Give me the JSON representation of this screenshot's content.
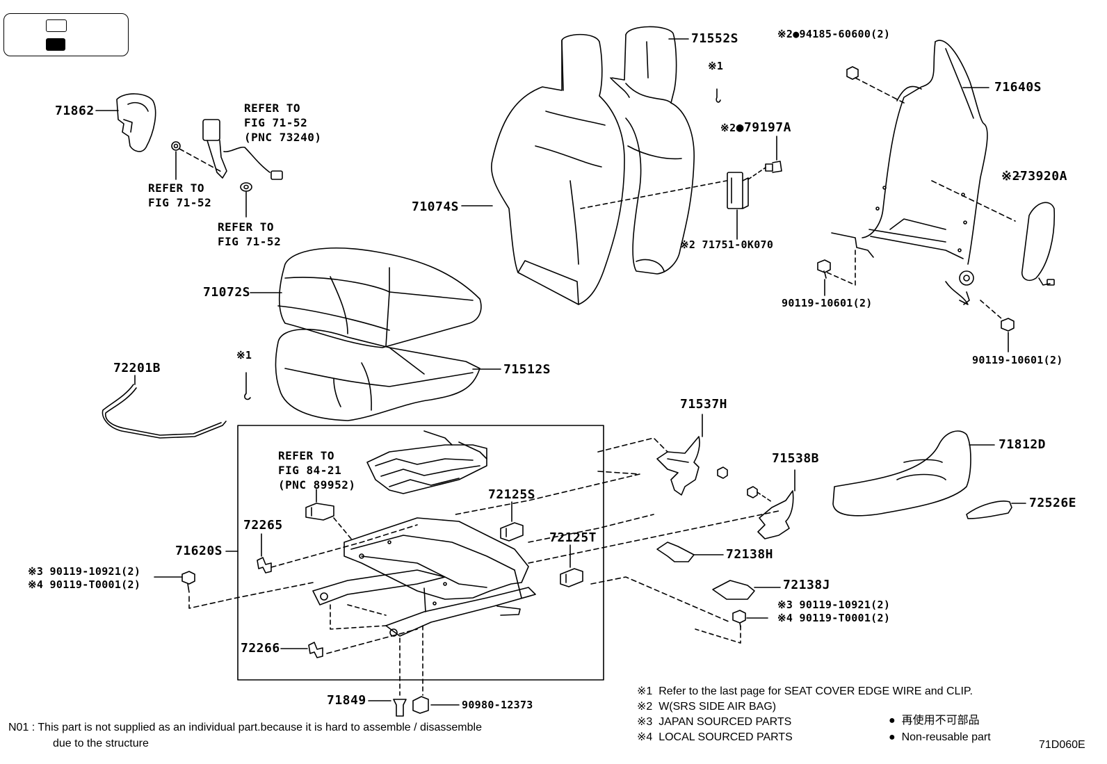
{
  "legend": {
    "icons": [
      "white-square",
      "black-square"
    ]
  },
  "parts": {
    "p71862": "71862",
    "p71552S": "71552S",
    "p71074S": "71074S",
    "p71072S": "71072S",
    "p71512S": "71512S",
    "p72201B": "72201B",
    "p71640S": "71640S",
    "p73920A": "73920A",
    "p79197A": "79197A",
    "p94185": "94185-60600(2)",
    "p71751": "71751-0K070",
    "p90119_10601_a": "90119-10601(2)",
    "p90119_10601_b": "90119-10601(2)",
    "p71537H": "71537H",
    "p71538B": "71538B",
    "p71812D": "71812D",
    "p72526E": "72526E",
    "p72138H": "72138H",
    "p72138J": "72138J",
    "p72125S": "72125S",
    "p72125T": "72125T",
    "p72265": "72265",
    "p72266": "72266",
    "p71620S": "71620S",
    "p71849": "71849",
    "p90980": "90980-12373",
    "p90119_10921_l": "90119-10921(2)",
    "p90119_T0001_l": "90119-T0001(2)",
    "p90119_10921_r": "90119-10921(2)",
    "p90119_T0001_r": "90119-T0001(2)"
  },
  "marks": {
    "m1": "※1",
    "m2": "※2",
    "m3": "※3",
    "m4": "※4",
    "dot": "●"
  },
  "refs": {
    "r1": [
      "REFER TO",
      "FIG 71-52",
      "(PNC 73240)"
    ],
    "r2": [
      "REFER TO",
      "FIG 71-52"
    ],
    "r3": [
      "REFER TO",
      "FIG 71-52"
    ],
    "r4": [
      "REFER TO",
      "FIG 84-21",
      "(PNC 89952)"
    ]
  },
  "footnotes": {
    "n1": "Refer to the last page for SEAT COVER EDGE WIRE and CLIP.",
    "n2": "W(SRS SIDE AIR BAG)",
    "n3": "JAPAN SOURCED PARTS",
    "n4": "LOCAL SOURCED PARTS",
    "jp": "再使用不可部品",
    "en": "Non-reusable part",
    "n01_line1": "N01 : This part is not supplied as an individual part.because it is hard to assemble / disassemble",
    "n01_line2": "due to the structure",
    "code": "71D060E"
  },
  "colors": {
    "line": "#000000",
    "background": "#ffffff"
  }
}
